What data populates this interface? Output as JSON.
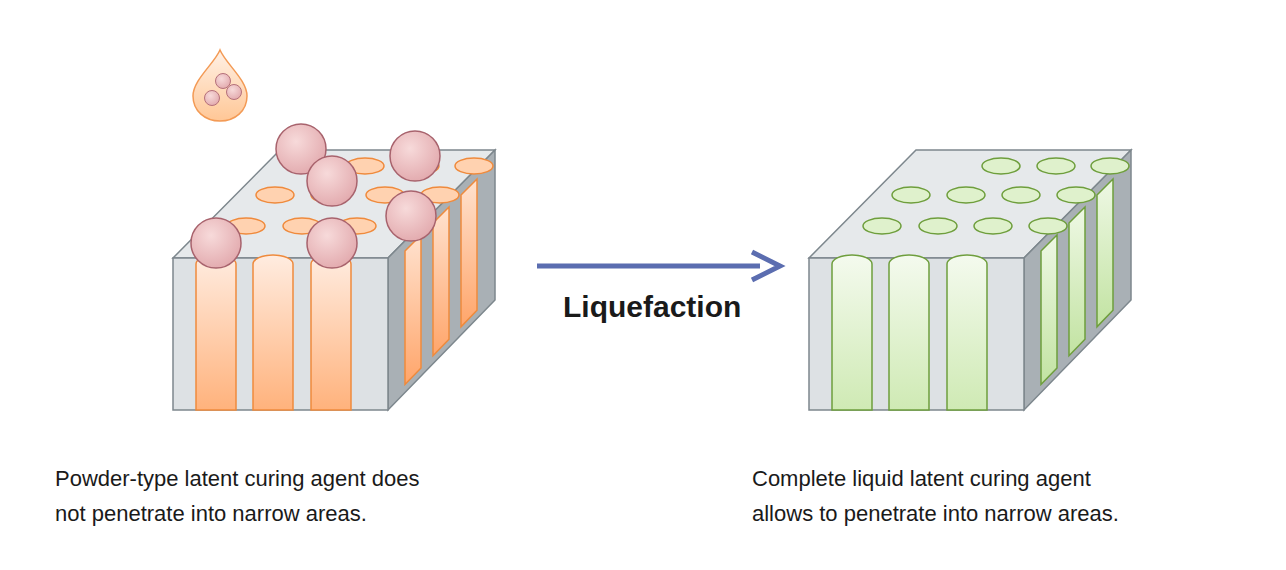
{
  "diagram": {
    "labels": [
      "Liquefaction",
      "Powder-type latent curing agent does not penetrate into narrow areas.",
      "Complete liquid latent curing agent allows to penetrate into narrow areas."
    ]
  }
}
